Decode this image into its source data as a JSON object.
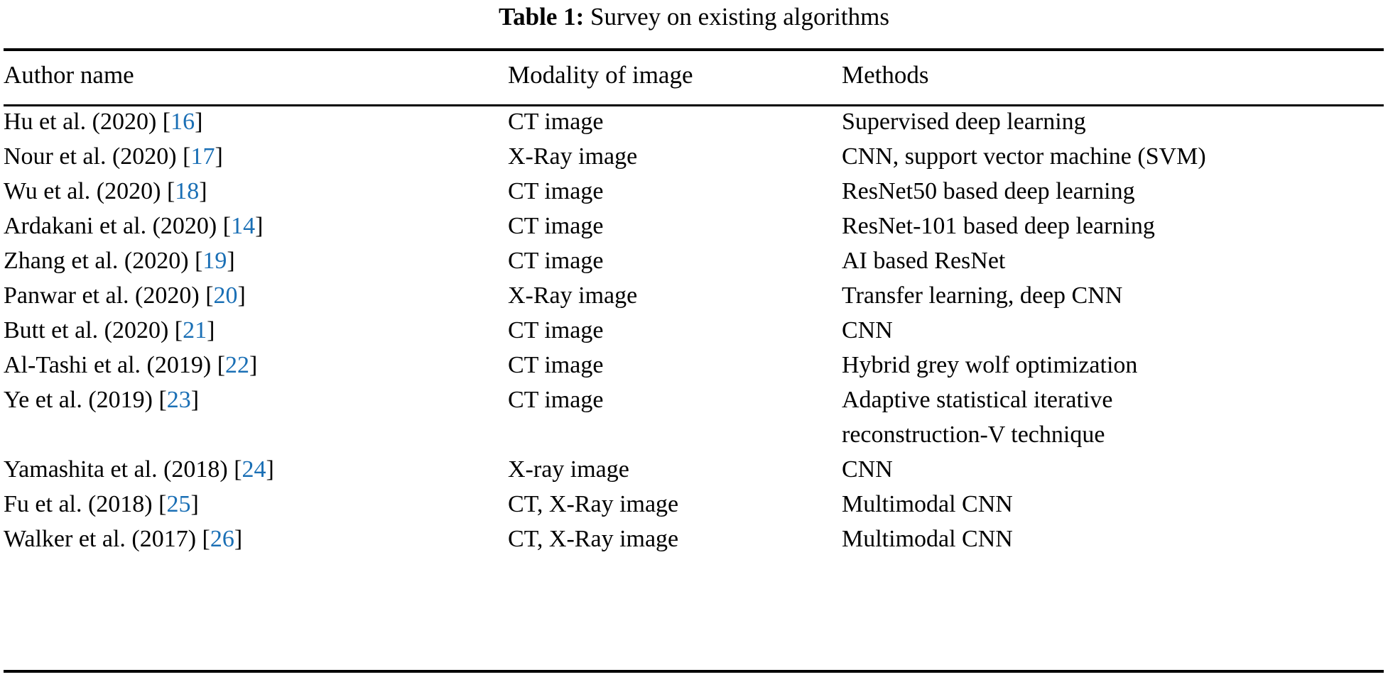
{
  "caption": {
    "label": "Table 1:",
    "text": "Survey on existing algorithms"
  },
  "colors": {
    "citation_link": "#1a6fb5",
    "text": "#000000",
    "rule": "#000000",
    "background": "#ffffff"
  },
  "table": {
    "columns": [
      {
        "key": "author",
        "header": "Author name"
      },
      {
        "key": "modality",
        "header": "Modality of image"
      },
      {
        "key": "methods",
        "header": "Methods"
      }
    ],
    "rows": [
      {
        "author_text": "Hu et al. (2020) ",
        "citation": "16",
        "modality": "CT image",
        "methods": "Supervised deep learning",
        "methods_line1": "Supervised deep learning",
        "methods_line2": ""
      },
      {
        "author_text": "Nour et al. (2020) ",
        "citation": "17",
        "modality": "X-Ray image",
        "methods": "CNN, support vector machine (SVM)",
        "methods_line1": "CNN, support vector machine (SVM)",
        "methods_line2": ""
      },
      {
        "author_text": "Wu et al. (2020) ",
        "citation": "18",
        "modality": "CT image",
        "methods": "ResNet50 based deep learning",
        "methods_line1": "ResNet50 based deep learning",
        "methods_line2": ""
      },
      {
        "author_text": "Ardakani et al. (2020) ",
        "citation": "14",
        "modality": "CT image",
        "methods": "ResNet-101 based deep learning",
        "methods_line1": "ResNet-101 based deep learning",
        "methods_line2": ""
      },
      {
        "author_text": "Zhang et al. (2020) ",
        "citation": "19",
        "modality": "CT image",
        "methods": "AI based ResNet",
        "methods_line1": "AI based ResNet",
        "methods_line2": ""
      },
      {
        "author_text": "Panwar et al. (2020) ",
        "citation": "20",
        "modality": "X-Ray image",
        "methods": "Transfer learning, deep CNN",
        "methods_line1": "Transfer learning, deep CNN",
        "methods_line2": ""
      },
      {
        "author_text": "Butt et al. (2020) ",
        "citation": "21",
        "modality": "CT image",
        "methods": "CNN",
        "methods_line1": "CNN",
        "methods_line2": ""
      },
      {
        "author_text": "Al-Tashi et al. (2019) ",
        "citation": "22",
        "modality": "CT image",
        "methods": "Hybrid grey wolf optimization",
        "methods_line1": "Hybrid grey wolf optimization",
        "methods_line2": ""
      },
      {
        "author_text": "Ye et al. (2019) ",
        "citation": "23",
        "modality": "CT image",
        "methods": "Adaptive statistical iterative reconstruction-V technique",
        "methods_line1": "Adaptive statistical iterative",
        "methods_line2": "reconstruction-V technique"
      },
      {
        "author_text": "Yamashita et al. (2018) ",
        "citation": "24",
        "modality": "X-ray image",
        "methods": "CNN",
        "methods_line1": "CNN",
        "methods_line2": ""
      },
      {
        "author_text": "Fu et al. (2018) ",
        "citation": "25",
        "modality": "CT, X-Ray image",
        "methods": "Multimodal CNN",
        "methods_line1": "Multimodal CNN",
        "methods_line2": ""
      },
      {
        "author_text": "Walker et al. (2017) ",
        "citation": "26",
        "modality": "CT, X-Ray image",
        "methods": "Multimodal CNN",
        "methods_line1": "Multimodal CNN",
        "methods_line2": ""
      }
    ],
    "citation_bracket_open": "[",
    "citation_bracket_close": "]"
  }
}
